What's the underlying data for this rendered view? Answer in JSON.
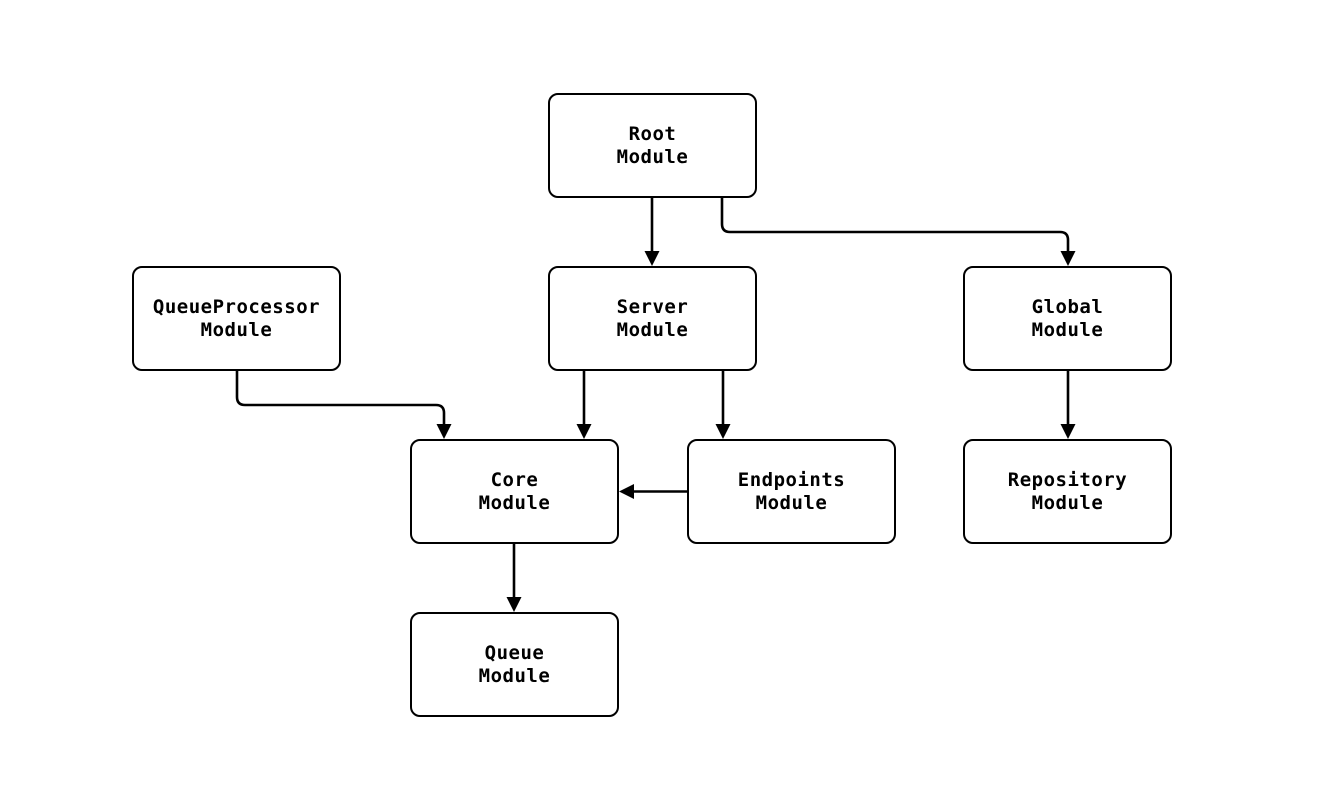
{
  "diagram": {
    "type": "flowchart",
    "background_color": "#ffffff",
    "node_fill_color": "#ffffff",
    "node_border_color": "#000000",
    "edge_color": "#000000",
    "text_color": "#000000",
    "nodes": {
      "root": {
        "line1": "Root",
        "line2": "Module"
      },
      "queueprocessor": {
        "line1": "QueueProcessor",
        "line2": "Module"
      },
      "server": {
        "line1": "Server",
        "line2": "Module"
      },
      "global": {
        "line1": "Global",
        "line2": "Module"
      },
      "core": {
        "line1": "Core",
        "line2": "Module"
      },
      "endpoints": {
        "line1": "Endpoints",
        "line2": "Module"
      },
      "repository": {
        "line1": "Repository",
        "line2": "Module"
      },
      "queue": {
        "line1": "Queue",
        "line2": "Module"
      }
    },
    "edges": [
      {
        "from": "Root Module",
        "to": "Server Module"
      },
      {
        "from": "Root Module",
        "to": "Global Module"
      },
      {
        "from": "QueueProcessor Module",
        "to": "Core Module"
      },
      {
        "from": "Server Module",
        "to": "Core Module"
      },
      {
        "from": "Server Module",
        "to": "Endpoints Module"
      },
      {
        "from": "Endpoints Module",
        "to": "Core Module"
      },
      {
        "from": "Global Module",
        "to": "Repository Module"
      },
      {
        "from": "Core Module",
        "to": "Queue Module"
      }
    ]
  }
}
